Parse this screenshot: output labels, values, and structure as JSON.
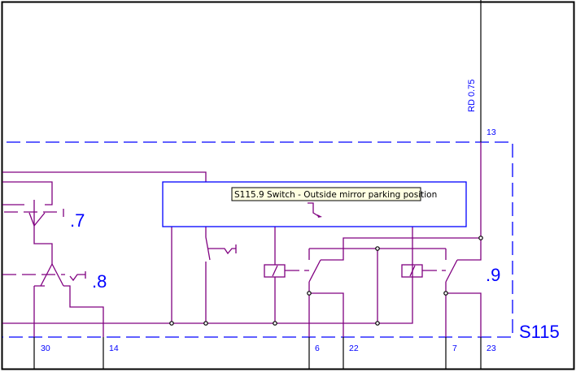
{
  "colors": {
    "wire": "#800080",
    "frame": "#0000ff",
    "terminal_wire": "#000000",
    "tooltip_bg": "#ffffe1"
  },
  "component": {
    "id": "S115",
    "contacts": [
      ".7",
      ".8",
      ".9"
    ],
    "tooltip": "S115.9 Switch - Outside mirror parking position"
  },
  "wire_label": "RD 0.75",
  "terminals": {
    "top": "13",
    "bottom": [
      "30",
      "14",
      "6",
      "22",
      "7",
      "23"
    ]
  }
}
